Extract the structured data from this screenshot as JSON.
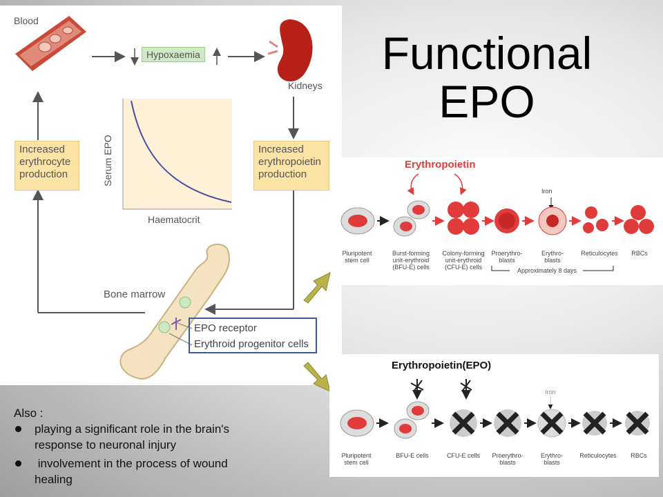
{
  "left_diagram": {
    "blood": "Blood",
    "hypoxaemia": "Hypoxaemia",
    "kidneys": "Kidneys",
    "serum_epo": "Serum EPO",
    "haematocrit": "Haematocrit",
    "increased_erythrocyte": [
      "Increased",
      "erythrocyte",
      "production"
    ],
    "increased_erythropoietin": [
      "Increased",
      "erythropoietin",
      "production"
    ],
    "bone_marrow": "Bone marrow",
    "epo_receptor": "EPO receptor",
    "progenitor": "Erythroid progenitor cells"
  },
  "title": [
    "Functional",
    "EPO"
  ],
  "top_panel": {
    "title": "Erythropoietin",
    "iron": "Iron",
    "stages": [
      [
        "Pluripotent",
        "stem cell"
      ],
      [
        "Burst-forming",
        "unit-erythroid",
        "(BFU-E) cells"
      ],
      [
        "Colony-forming",
        "unit-erythroid",
        "(CFU-E) cells"
      ],
      [
        "Proerythro-",
        "blasts"
      ],
      [
        "Erythro-",
        "blasts"
      ],
      [
        "Reticulocytes"
      ],
      [
        "RBCs"
      ]
    ],
    "duration": "Approximately 8 days"
  },
  "bottom_panel": {
    "title": "Erythropoietin(EPO)",
    "iron": "Iron",
    "stages": [
      [
        "Pluripotent",
        "stem cell"
      ],
      [
        "BFU-E cells"
      ],
      [
        "CFU-E cells"
      ],
      [
        "Proerythro-",
        "blasts"
      ],
      [
        "Erythro-",
        "blasts"
      ],
      [
        "Reticulocytes"
      ],
      [
        "RBCs"
      ]
    ]
  },
  "also": {
    "heading": "Also :",
    "bullets": [
      [
        "playing a significant role in the brain's",
        "response to neuronal injury"
      ],
      [
        " involvement in the process of wound",
        "healing"
      ]
    ]
  },
  "colors": {
    "red": "#e03c3c",
    "cell_dark": "#c62828",
    "arrow": "#b9b24a",
    "frame": "#3a5aa0"
  }
}
